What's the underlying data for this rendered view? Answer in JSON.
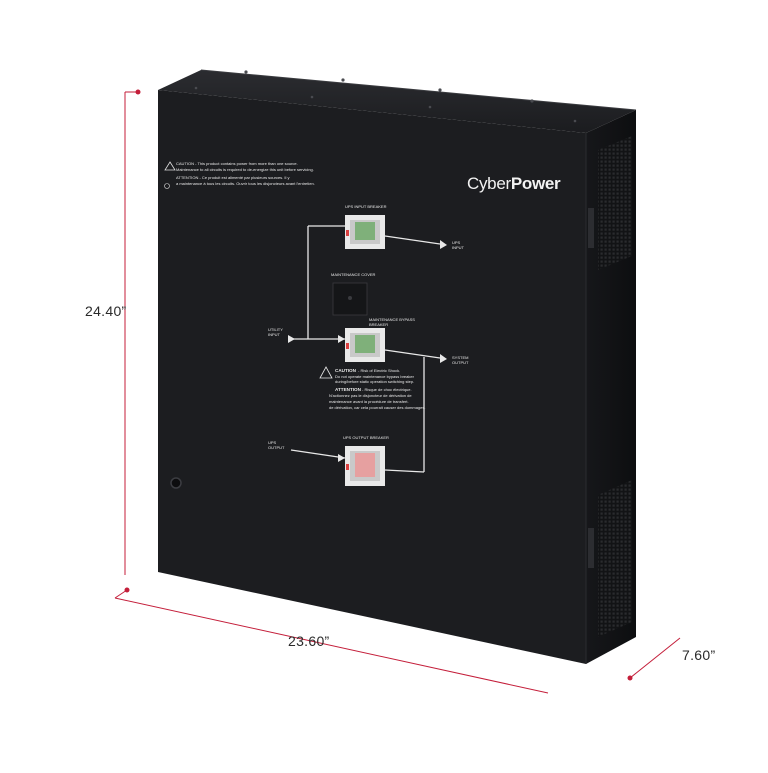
{
  "product": {
    "brand": "CyberPower",
    "colors": {
      "cabinet": "#1c1d20",
      "side": "#141517",
      "dimension_line": "#c41e3a",
      "text_on_panel": "#e8e8e8"
    }
  },
  "dimensions": {
    "height": "24.40”",
    "width": "23.60”",
    "depth": "7.60”"
  },
  "panel_labels": {
    "ups_input_breaker": "UPS INPUT BREAKER",
    "ups_input": "UPS\nINPUT",
    "maintenance_cover": "MAINTENANCE COVER",
    "utility_input": "UTILITY\nINPUT",
    "maintenance_bypass_breaker": "MAINTENANCE BYPASS\nBREAKER",
    "system_output": "SYSTEM\nOUTPUT",
    "ups_output": "UPS\nOUTPUT",
    "ups_output_breaker": "UPS OUTPUT BREAKER",
    "caution_top_en": "CAUTION - This product contains power from more than one source.",
    "caution_top_en_2": "Maintenance to all circuits is required to de-energize this unit before servicing.",
    "attention_top_fr": "ATTENTION - Ce produit est alimenté par plusieurs sources. Il y",
    "attention_top_fr_2": "a maintenance à tous les circuits. Ouvrir tous les disjoncteurs avant l'entretien.",
    "caution_mid_title": "CAUTION",
    "caution_mid_en": "- Risk of Electric Shock.",
    "caution_mid_en_2": "Do not operate maintenance bypass breaker",
    "caution_mid_en_3": "during/before static operation switching step.",
    "attention_mid_title": "ATTENTION",
    "attention_mid_fr": "- Risque de choc électrique.",
    "attention_mid_fr_2": "N'actionnez pas le disjoncteur de dérivation de",
    "attention_mid_fr_3": "maintenance avant la procédure de transfert.",
    "attention_mid_fr_4": "de dérivation, car cela pourrait causer des dommages."
  }
}
